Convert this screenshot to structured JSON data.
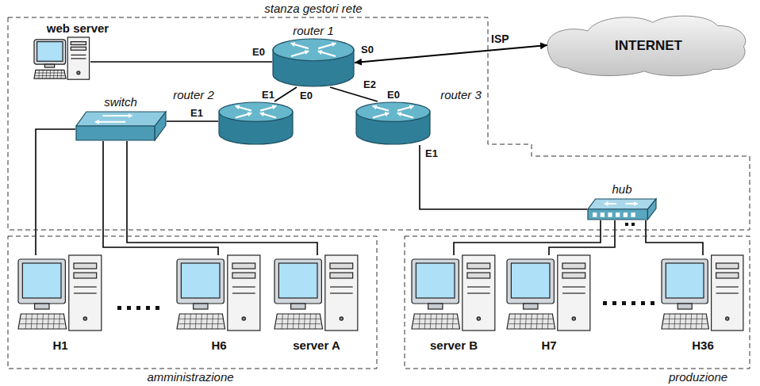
{
  "diagram": {
    "nodes": [
      {
        "text": [
          "stanza gestori rete"
        ]
      },
      {
        "text": [
          "web server"
        ],
        "in": 0
      },
      {
        "text": [
          "router 1"
        ],
        "in": 0
      },
      {
        "text": [
          "INTERNET"
        ]
      },
      {
        "text": [
          "router 2"
        ],
        "in": 0
      },
      {
        "text": [
          "router 3"
        ],
        "in": 0
      },
      {
        "text": [
          "switch"
        ],
        "in": 0
      },
      {
        "text": [
          "hub"
        ],
        "in": 0
      },
      {
        "text": [
          "amministrazione"
        ]
      },
      {
        "text": [
          "H1"
        ],
        "in": 8
      },
      {
        "text": [
          "H6"
        ],
        "in": 8
      },
      {
        "text": [
          "server A"
        ],
        "in": 8
      },
      {
        "text": [
          "produzione"
        ]
      },
      {
        "text": [
          "server B"
        ],
        "in": 12
      },
      {
        "text": [
          "H7"
        ],
        "in": 12
      },
      {
        "text": [
          "H36"
        ],
        "in": 12
      }
    ],
    "edges": [
      {
        "from": 1,
        "to": 2,
        "arrow": "none"
      },
      {
        "from": 2,
        "to": 3,
        "label": "ISP",
        "arrow": "both"
      },
      {
        "from": 2,
        "to": 4,
        "arrow": "none"
      },
      {
        "from": 2,
        "to": 5,
        "arrow": "none"
      },
      {
        "from": 4,
        "to": 6,
        "arrow": "none"
      },
      {
        "from": 5,
        "to": 7,
        "arrow": "none"
      },
      {
        "from": 6,
        "to": 9,
        "arrow": "none"
      },
      {
        "from": 6,
        "to": 10,
        "arrow": "none"
      },
      {
        "from": 6,
        "to": 11,
        "arrow": "none"
      },
      {
        "from": 7,
        "to": 13,
        "arrow": "none"
      },
      {
        "from": 7,
        "to": 14,
        "arrow": "none"
      },
      {
        "from": 7,
        "to": 15,
        "arrow": "none"
      }
    ],
    "labels": [
      "E0",
      "S0",
      "E1",
      "E2",
      "E0",
      "E0",
      "E1",
      "E1"
    ]
  }
}
